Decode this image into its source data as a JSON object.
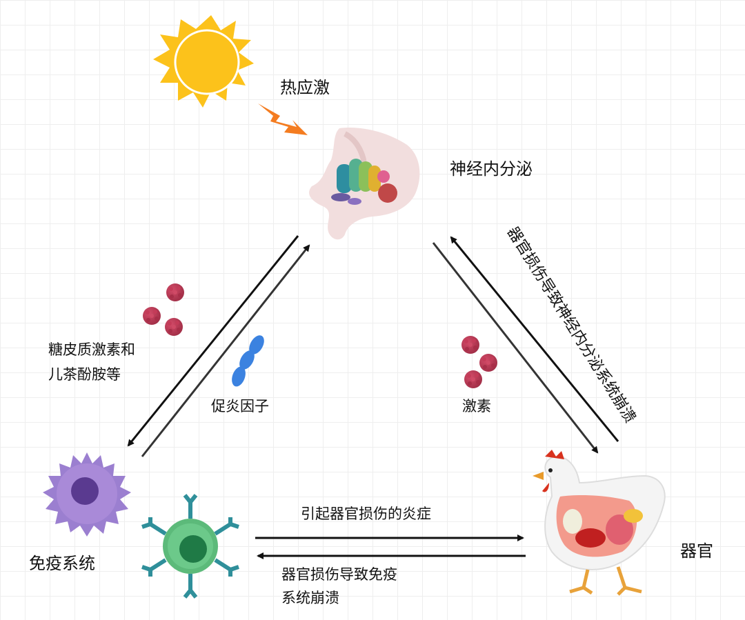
{
  "labels": {
    "heat_stress": "热应激",
    "neuroendocrine": "神经内分泌",
    "glucocorticoid_line1": "糖皮质激素和",
    "glucocorticoid_line2": "儿茶酚胺等",
    "proinflammatory": "促炎因子",
    "hormone": "激素",
    "organ_to_neuro": "器官损伤导致神经内分泌系统崩溃",
    "immune_system": "免疫系统",
    "organ": "器官",
    "inflammation": "引起器官损伤的炎症",
    "organ_to_immune_line1": "器官损伤导致免疫",
    "organ_to_immune_line2": "系统崩溃"
  },
  "icons": [
    "sun-icon",
    "lightning-icon",
    "brain-icon",
    "hormone-cluster-icon",
    "cytokine-icon",
    "macrophage-icon",
    "lymphocyte-icon",
    "chicken-icon"
  ],
  "colors": {
    "sun": "#fcc21b",
    "lightning": "#f47c20",
    "hormone": "#b5344e",
    "cytokine": "#3b82e0",
    "macrophage": "#9b7fd0",
    "lymphocyte": "#5cba7a",
    "antibody": "#2f8f9a"
  }
}
